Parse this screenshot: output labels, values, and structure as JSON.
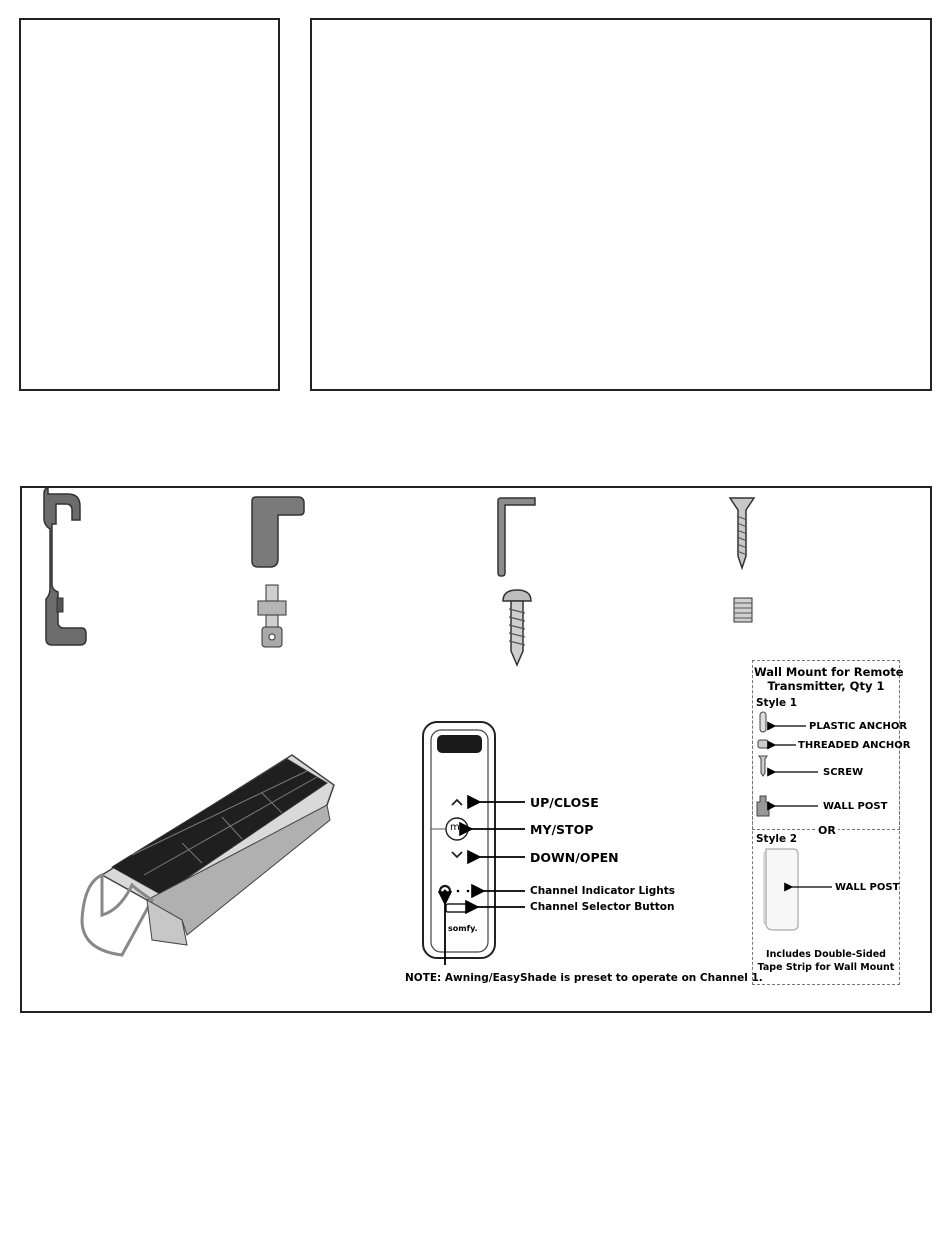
{
  "remote": {
    "up_label": "UP/CLOSE",
    "my_label": "MY/STOP",
    "down_label": "DOWN/OPEN",
    "channel_lights_label": "Channel Indicator Lights",
    "channel_selector_label": "Channel Selector Button",
    "my_button_text": "my",
    "brand": "somfy.",
    "note": "NOTE: Awning/EasyShade is preset to operate on Channel 1."
  },
  "wall_mount": {
    "title_line1": "Wall Mount for Remote",
    "title_line2": "Transmitter, Qty 1",
    "style1": {
      "heading": "Style 1",
      "items": [
        "PLASTIC ANCHOR",
        "THREADED ANCHOR",
        "SCREW",
        "WALL POST"
      ]
    },
    "or_text": "OR",
    "style2": {
      "heading": "Style 2",
      "wall_post": "WALL POST",
      "note_line1": "Includes Double-Sided",
      "note_line2": "Tape Strip for Wall Mount"
    }
  }
}
